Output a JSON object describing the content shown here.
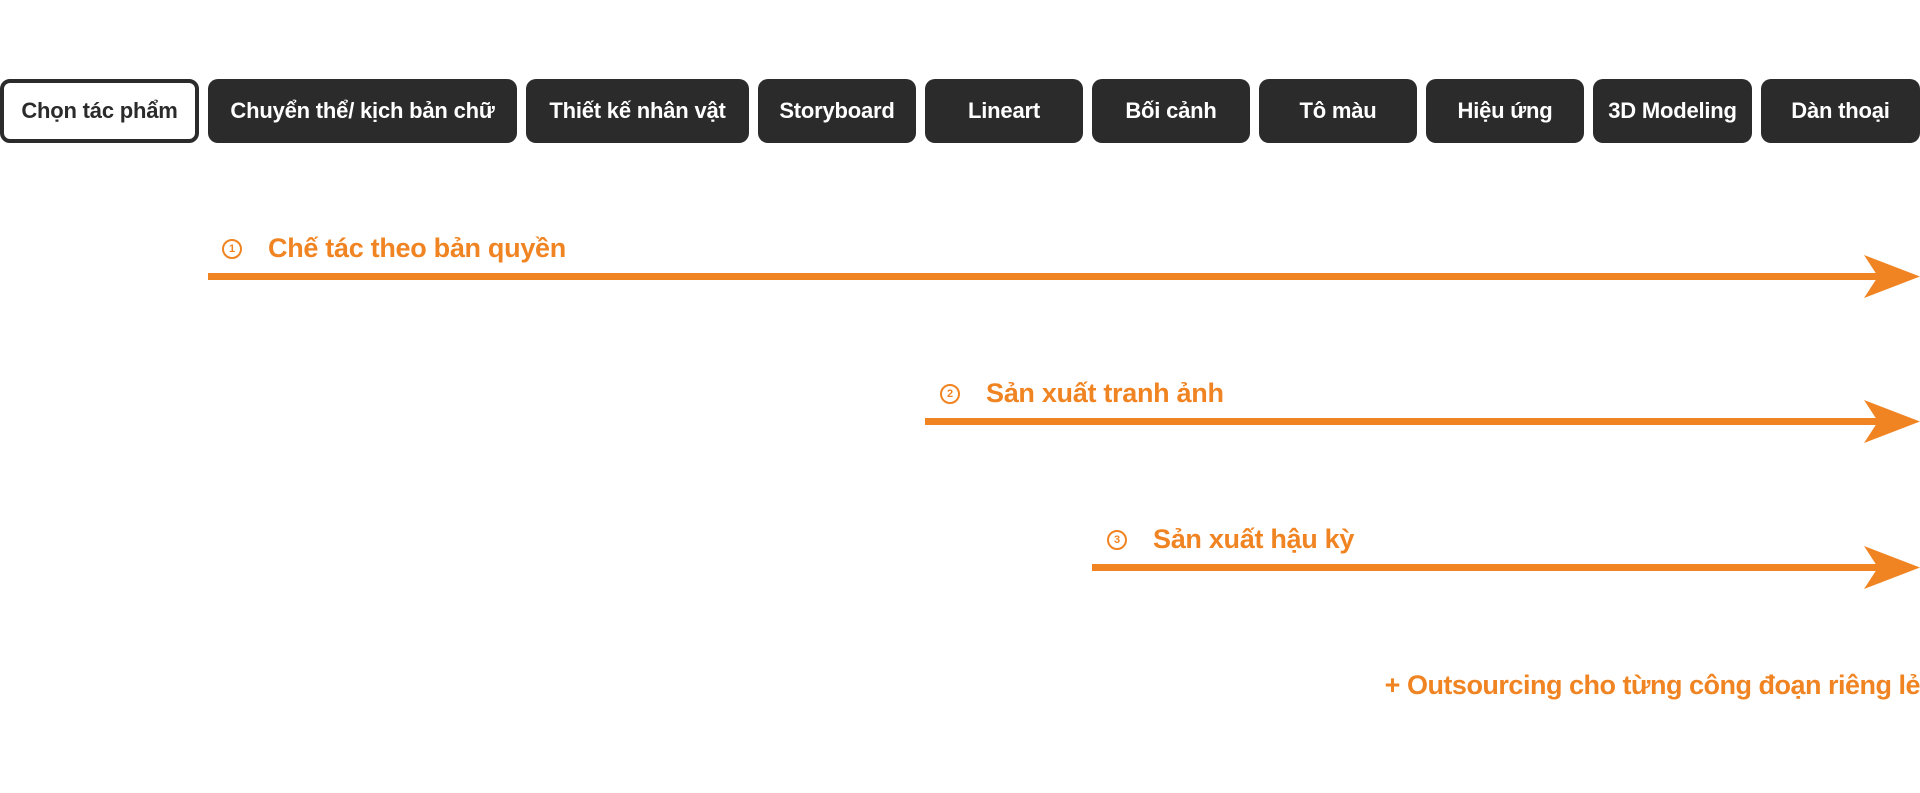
{
  "steps": [
    {
      "label": "Chọn tác phẩm",
      "active": true
    },
    {
      "label": "Chuyển thể/ kịch bản chữ",
      "active": false
    },
    {
      "label": "Thiết kế nhân vật",
      "active": false
    },
    {
      "label": "Storyboard",
      "active": false
    },
    {
      "label": "Lineart",
      "active": false
    },
    {
      "label": "Bối cảnh",
      "active": false
    },
    {
      "label": "Tô màu",
      "active": false
    },
    {
      "label": "Hiệu ứng",
      "active": false
    },
    {
      "label": "3D Modeling",
      "active": false
    },
    {
      "label": "Dàn thoại",
      "active": false
    }
  ],
  "flows": [
    {
      "number": "1",
      "label": "Chế tác theo bản quyền"
    },
    {
      "number": "2",
      "label": "Sản xuất tranh ảnh"
    },
    {
      "number": "3",
      "label": "Sản xuất hậu kỳ"
    }
  ],
  "note": "+ Outsourcing cho từng công đoạn riêng lẻ",
  "colors": {
    "accent": "#f08422",
    "step_bg": "#2b2b2b",
    "step_text": "#ffffff"
  }
}
